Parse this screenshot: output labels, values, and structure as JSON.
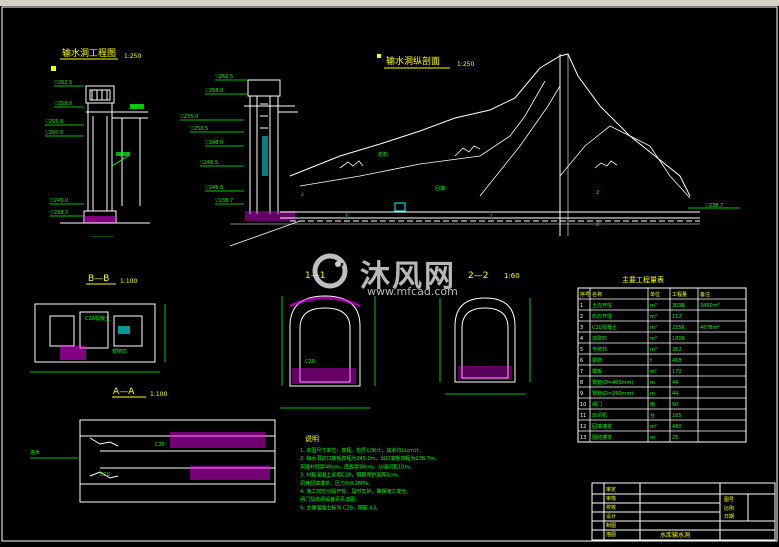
{
  "titles": {
    "left_elevation": "输水洞工程图",
    "left_scale": "1:250",
    "profile": "输水洞纵剖面",
    "profile_scale": "1:250",
    "section_bb": "B—B",
    "section_bb_scale": "1:100",
    "section_aa": "A—A",
    "section_aa_scale": "1:100",
    "section_11": "1—1",
    "section_22": "2—2",
    "section_22_scale": "1:60",
    "table_title": "主要工程量表"
  },
  "elevations": [
    "▽262.5",
    "▽258.0",
    "▽255.0",
    "▽250.5",
    "▽245.0",
    "▽238.7"
  ],
  "table": {
    "headers": [
      "序号",
      "名称",
      "单位",
      "工程量",
      "备注"
    ],
    "rows": [
      [
        "1",
        "土方开挖",
        "m³",
        "3098",
        "3450m³"
      ],
      [
        "2",
        "石方开挖",
        "m³",
        "112",
        ""
      ],
      [
        "3",
        "C20混凝土",
        "m³",
        "2356",
        "4678m³"
      ],
      [
        "4",
        "浆砌石",
        "m³",
        "1806",
        ""
      ],
      [
        "5",
        "干砌石",
        "m³",
        "352",
        ""
      ],
      [
        "6",
        "钢筋",
        "t",
        "458",
        ""
      ],
      [
        "7",
        "模板",
        "m²",
        "170",
        ""
      ],
      [
        "8",
        "钢管(D=400mm)",
        "m",
        "44",
        ""
      ],
      [
        "9",
        "钢管(D=250mm)",
        "m",
        "44",
        ""
      ],
      [
        "10",
        "闸门",
        "扇",
        "50",
        ""
      ],
      [
        "11",
        "启闭机",
        "台",
        "165",
        ""
      ],
      [
        "12",
        "回填灌浆",
        "m²",
        "480",
        ""
      ],
      [
        "13",
        "固结灌浆",
        "m",
        "25",
        ""
      ]
    ]
  },
  "notes": {
    "heading": "说明",
    "lines": [
      "1. 本图尺寸单位：高程、桩号以米计，其余均以cm计。",
      "2. 输水洞进口底板高程为245.0m，出口底板高程为238.7m。",
      "   洞身衬砌厚40cm，底板厚50cm，分缝间距10m。",
      "3. 衬砌混凝土采用C20，钢筋保护层厚5cm。",
      "   洞身回填灌浆，压力为0.2MPa。",
      "4. 施工时应分段开挖、及时支护，确保施工安全。",
      "   闸门及启闭设备另见详图。",
      "5. 主体混凝土标号 C20，钢筋 A3。"
    ]
  },
  "title_block": {
    "rows": [
      "审定",
      "审核",
      "校核",
      "设计",
      "制图",
      "描图"
    ],
    "right_labels": [
      "图号",
      "比例",
      "日期"
    ],
    "project": "水库输水洞"
  },
  "watermark": {
    "brand": "沐风网",
    "url": "www.mfcad.com"
  },
  "colors": {
    "background": "#000000",
    "lines": "#ffffff",
    "annotation": "#00ff00",
    "dimension": "#00ffff",
    "hatch": "#ff00ff",
    "highlight": "#ffff00"
  }
}
